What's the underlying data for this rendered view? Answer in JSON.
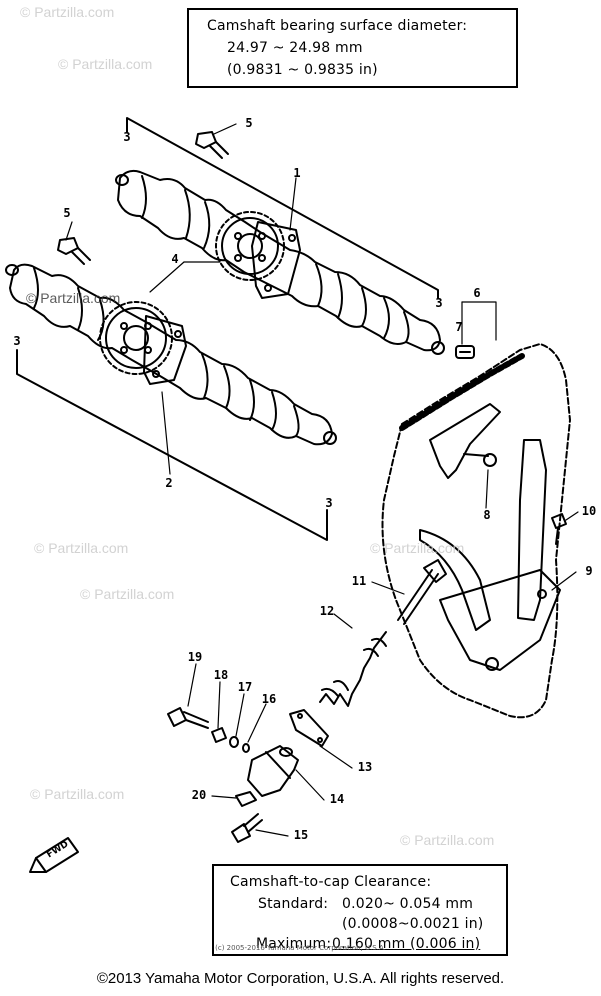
{
  "spec_top": {
    "title": "Camshaft bearing surface diameter:",
    "line1": "24.97 ~ 24.98 mm",
    "line2": "(0.9831 ~ 0.9835 in)"
  },
  "spec_bottom": {
    "title": "Camshaft-to-cap Clearance:",
    "standard_label": "Standard:",
    "standard_mm": "0.020~ 0.054 mm",
    "standard_in": "(0.0008~0.0021 in)",
    "maximum_label": "Maximum:",
    "maximum_value": "0.160 mm (0.006 in)"
  },
  "callouts": [
    "1",
    "2",
    "3",
    "3",
    "3",
    "3",
    "4",
    "5",
    "5",
    "6",
    "7",
    "8",
    "9",
    "10",
    "11",
    "12",
    "13",
    "14",
    "15",
    "16",
    "17",
    "18",
    "19",
    "20"
  ],
  "watermark": "© Partzilla.com",
  "fwd": "FWD",
  "small_copyright": "(c) 2005-2016 Yamaha Motor Corporation, U.S.A.",
  "copyright": "©2013 Yamaha Motor Corporation, U.S.A. All rights reserved."
}
